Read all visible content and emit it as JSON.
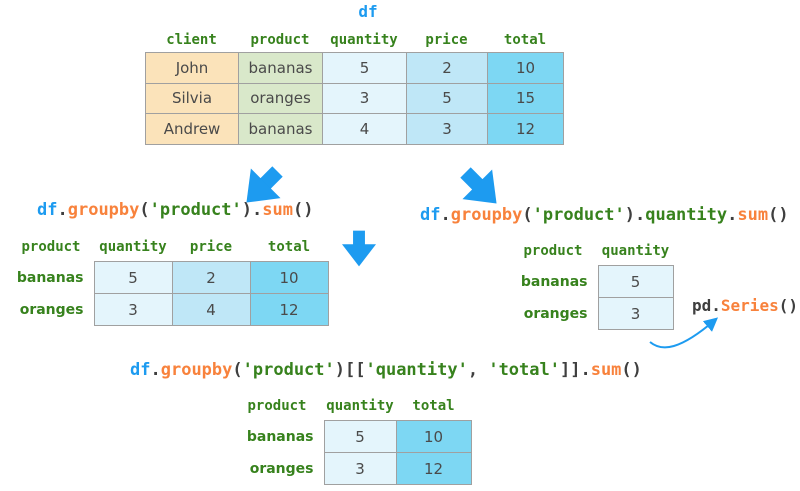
{
  "palette": {
    "accent_blue": "#1D9BF0",
    "accent_orange": "#F8823C",
    "accent_green": "#37821D",
    "code_dark": "#3F3F3F",
    "cell_text": "#4A4A4A",
    "table_border": "#A0A0A0",
    "client_col_bg": "#FBE3BA",
    "product_col_bg": "#D9E8CA",
    "quantity_col_bg": "#E4F5FC",
    "price_col_bg": "#BFE7F7",
    "total_col_bg": "#7DD7F3"
  },
  "title": "df",
  "top_table": {
    "headers": [
      "client",
      "product",
      "quantity",
      "price",
      "total"
    ],
    "rows": [
      [
        "John",
        "bananas",
        "5",
        "2",
        "10"
      ],
      [
        "Silvia",
        "oranges",
        "3",
        "5",
        "15"
      ],
      [
        "Andrew",
        "bananas",
        "4",
        "3",
        "12"
      ]
    ]
  },
  "left_result": {
    "code_tokens": [
      [
        "df",
        "blue"
      ],
      [
        ".",
        "dark"
      ],
      [
        "groupby",
        "orange"
      ],
      [
        "(",
        "dark"
      ],
      [
        "'product'",
        "green"
      ],
      [
        ").",
        "dark"
      ],
      [
        "sum",
        "orange"
      ],
      [
        "()",
        "dark"
      ]
    ],
    "headers": [
      "product",
      "quantity",
      "price",
      "total"
    ],
    "rows": [
      {
        "label": "bananas",
        "values": [
          "5",
          "2",
          "10"
        ]
      },
      {
        "label": "oranges",
        "values": [
          "3",
          "4",
          "12"
        ]
      }
    ]
  },
  "right_result": {
    "code_tokens": [
      [
        "df",
        "blue"
      ],
      [
        ".",
        "dark"
      ],
      [
        "groupby",
        "orange"
      ],
      [
        "(",
        "dark"
      ],
      [
        "'product'",
        "green"
      ],
      [
        ").",
        "dark"
      ],
      [
        "quantity",
        "green"
      ],
      [
        ".",
        "dark"
      ],
      [
        "sum",
        "orange"
      ],
      [
        "()",
        "dark"
      ]
    ],
    "headers": [
      "product",
      "quantity"
    ],
    "rows": [
      {
        "label": "bananas",
        "values": [
          "5"
        ]
      },
      {
        "label": "oranges",
        "values": [
          "3"
        ]
      }
    ],
    "series_tokens": [
      [
        "pd.",
        "dark"
      ],
      [
        "Series",
        "orange"
      ],
      [
        "()",
        "dark"
      ]
    ]
  },
  "bottom_result": {
    "code_tokens": [
      [
        "df",
        "blue"
      ],
      [
        ".",
        "dark"
      ],
      [
        "groupby",
        "orange"
      ],
      [
        "(",
        "dark"
      ],
      [
        "'product'",
        "green"
      ],
      [
        ")[[",
        "dark"
      ],
      [
        "'quantity'",
        "green"
      ],
      [
        ", ",
        "dark"
      ],
      [
        "'total'",
        "green"
      ],
      [
        "]].",
        "dark"
      ],
      [
        "sum",
        "orange"
      ],
      [
        "()",
        "dark"
      ]
    ],
    "headers": [
      "product",
      "quantity",
      "total"
    ],
    "rows": [
      {
        "label": "bananas",
        "values": [
          "5",
          "10"
        ]
      },
      {
        "label": "oranges",
        "values": [
          "3",
          "12"
        ]
      }
    ]
  }
}
